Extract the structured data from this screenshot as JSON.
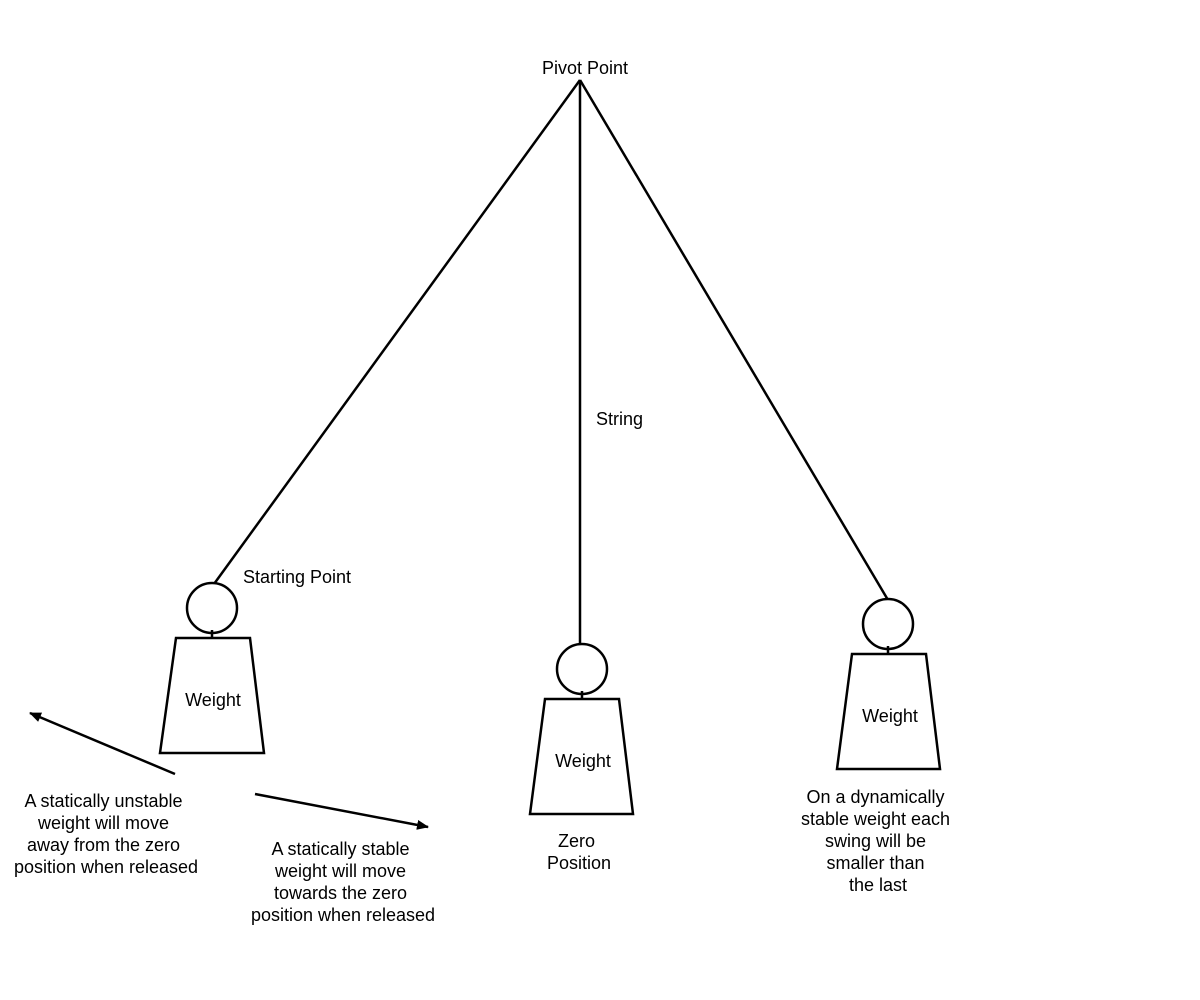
{
  "diagram": {
    "pivot_label": "Pivot Point",
    "string_label": "String",
    "starting_point_label": "Starting Point",
    "weight_label": "Weight",
    "zero_position_label": [
      "Zero",
      "Position"
    ],
    "unstable_note": [
      "A statically unstable",
      "weight will move",
      "away from the zero",
      "position when released"
    ],
    "stable_note": [
      "A statically stable",
      "weight will move",
      "towards the zero",
      "position when released"
    ],
    "dynamic_note": [
      "On a dynamically",
      "stable weight each",
      "swing will be",
      "smaller than",
      "the last"
    ]
  }
}
